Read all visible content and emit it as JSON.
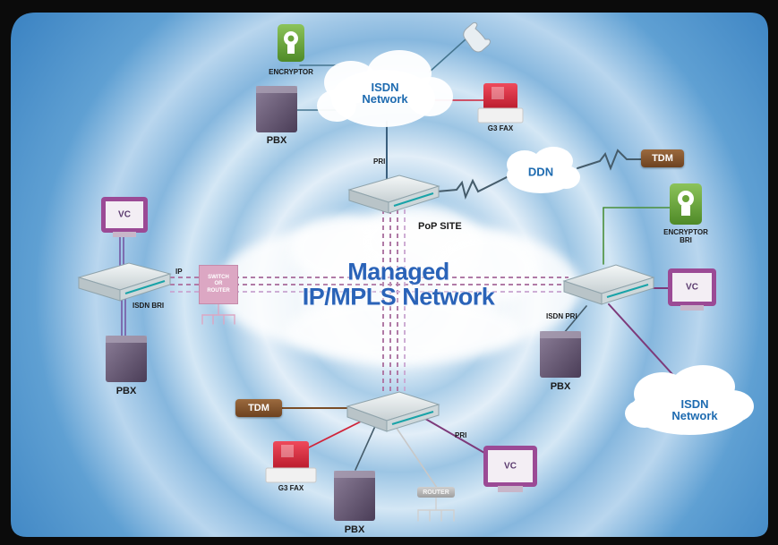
{
  "nodes": {
    "isdn_cloud_top": {
      "line1": "ISDN",
      "line2": "Network"
    },
    "isdn_cloud_right": {
      "line1": "ISDN",
      "line2": "Network"
    },
    "ddn_cloud": {
      "label": "DDN"
    },
    "managed_cloud": {
      "line1": "Managed",
      "line2": "IP/MPLS Network"
    },
    "pop_site": {
      "label": "PoP SITE"
    },
    "encryptor_top": {
      "label": "ENCRYPTOR"
    },
    "encryptor_right": {
      "line1": "ENCRYPTOR",
      "line2": "BRI"
    },
    "pbx_top": {
      "label": "PBX"
    },
    "pbx_left": {
      "label": "PBX"
    },
    "pbx_right": {
      "label": "PBX"
    },
    "pbx_bottom": {
      "label": "PBX"
    },
    "fax_top": {
      "label": "G3 FAX"
    },
    "fax_bottom": {
      "label": "G3 FAX"
    },
    "tdm_top": {
      "label": "TDM"
    },
    "tdm_bottom": {
      "label": "TDM"
    },
    "vc_left": {
      "label": "VC"
    },
    "vc_right": {
      "label": "VC"
    },
    "vc_bottom": {
      "label": "VC"
    },
    "switch": {
      "line1": "SWITCH",
      "line2": "OR",
      "line3": "ROUTER"
    },
    "router_bottom": {
      "label": "ROUTER"
    }
  },
  "links": {
    "pri_top": "PRI",
    "pri_bottom": "PRI",
    "ip_left": "IP",
    "isdn_bri_left": "ISDN BRI",
    "isdn_pri_right": "ISDN PRI"
  },
  "colors": {
    "background_blue": "#5fa4d6",
    "frame": "#0b0b0b",
    "network_text": "#1e6bb0",
    "tdm": "#7a4d27",
    "fax": "#d0243a",
    "encryptor": "#6aa43a",
    "device": "#d8e0e2",
    "link_purple": "#7d3a7a",
    "link_dashed": "#b07aa6"
  },
  "icons": [
    "phone-icon",
    "encryptor-icon",
    "pbx-icon",
    "fax-icon",
    "video-conference-icon",
    "router-device-icon"
  ]
}
